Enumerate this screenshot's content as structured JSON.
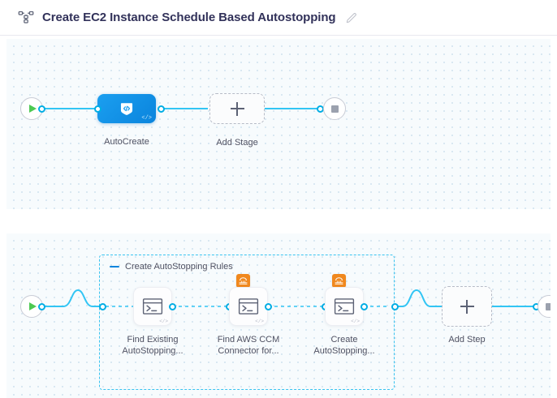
{
  "header": {
    "icon": "pipeline-icon",
    "title": "Create EC2 Instance Schedule Based Autostopping",
    "edit_icon": "pencil-icon"
  },
  "colors": {
    "accent_blue": "#00ade4",
    "node_blue": "#0a84dd",
    "group_dashed": "#39c3ef",
    "start_green": "#4dc952",
    "end_grey": "#9ba1ae",
    "aws_orange": "#f0881e",
    "canvas_bg": "#f7fbfd",
    "canvas_dot": "#d9e8f2",
    "text_dark": "#32325a",
    "text_body": "#4f5162"
  },
  "stages_panel": {
    "name": "stages-canvas",
    "start_node": {
      "icon": "play-icon"
    },
    "end_node": {
      "icon": "stop-icon"
    },
    "nodes": [
      {
        "id": "autocreate",
        "label": "AutoCreate",
        "icon": "shield-code-icon",
        "corner_icon": "code-tag-icon",
        "selected": true
      }
    ],
    "add_stage": {
      "label": "Add Stage",
      "icon": "plus-icon"
    }
  },
  "steps_panel": {
    "name": "steps-canvas",
    "start_node": {
      "icon": "play-icon"
    },
    "end_node": {
      "icon": "stop-icon"
    },
    "group": {
      "title": "Create AutoStopping Rules",
      "collapse_icon": "minus-icon"
    },
    "steps": [
      {
        "id": "find-existing-autostopping",
        "label": "Find Existing\nAutoStopping...",
        "icon": "shell-script-icon",
        "corner_icon": "code-tag-icon",
        "badge": null
      },
      {
        "id": "find-aws-ccm-connector",
        "label": "Find AWS CCM\nConnector for...",
        "icon": "shell-script-icon",
        "corner_icon": "code-tag-icon",
        "badge": "aws-icon"
      },
      {
        "id": "create-autostopping",
        "label": "Create\nAutoStopping...",
        "icon": "shell-script-icon",
        "corner_icon": "code-tag-icon",
        "badge": "aws-icon"
      }
    ],
    "add_step": {
      "label": "Add Step",
      "icon": "plus-icon"
    }
  }
}
